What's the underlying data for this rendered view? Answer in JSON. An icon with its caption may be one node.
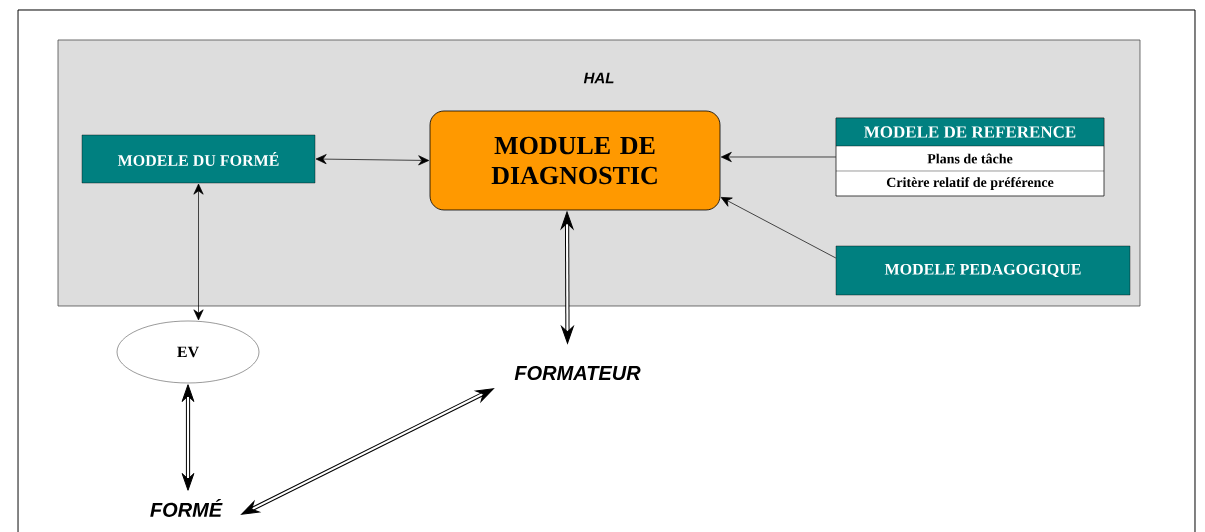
{
  "diagram": {
    "nodes": [
      {
        "text": [
          "HAL"
        ]
      },
      {
        "text": [
          "MODELE DU FORMÉ"
        ],
        "in": 0
      },
      {
        "text": [
          "MODULE DE DIAGNOSTIC"
        ],
        "in": 0
      },
      {
        "text": [
          "MODELE DE REFERENCE",
          "Plans de tâche",
          "Critère relatif de préférence"
        ],
        "in": 0
      },
      {
        "text": [
          "MODELE PEDAGOGIQUE"
        ],
        "in": 0
      },
      {
        "text": [
          "EV"
        ]
      },
      {
        "text": [
          "FORMATEUR"
        ]
      },
      {
        "text": [
          "FORMÉ"
        ]
      }
    ],
    "edges": [
      {
        "from": 1,
        "to": 2,
        "arrow": "both"
      },
      {
        "from": 3,
        "to": 2,
        "arrow": "to"
      },
      {
        "from": 4,
        "to": 2,
        "arrow": "to"
      },
      {
        "from": 1,
        "to": 5,
        "arrow": "both"
      },
      {
        "from": 2,
        "to": 6,
        "arrow": "both",
        "style": "thick"
      },
      {
        "from": 5,
        "to": 7,
        "arrow": "both",
        "style": "thick"
      },
      {
        "from": 7,
        "to": 6,
        "arrow": "both",
        "style": "thick"
      }
    ]
  }
}
